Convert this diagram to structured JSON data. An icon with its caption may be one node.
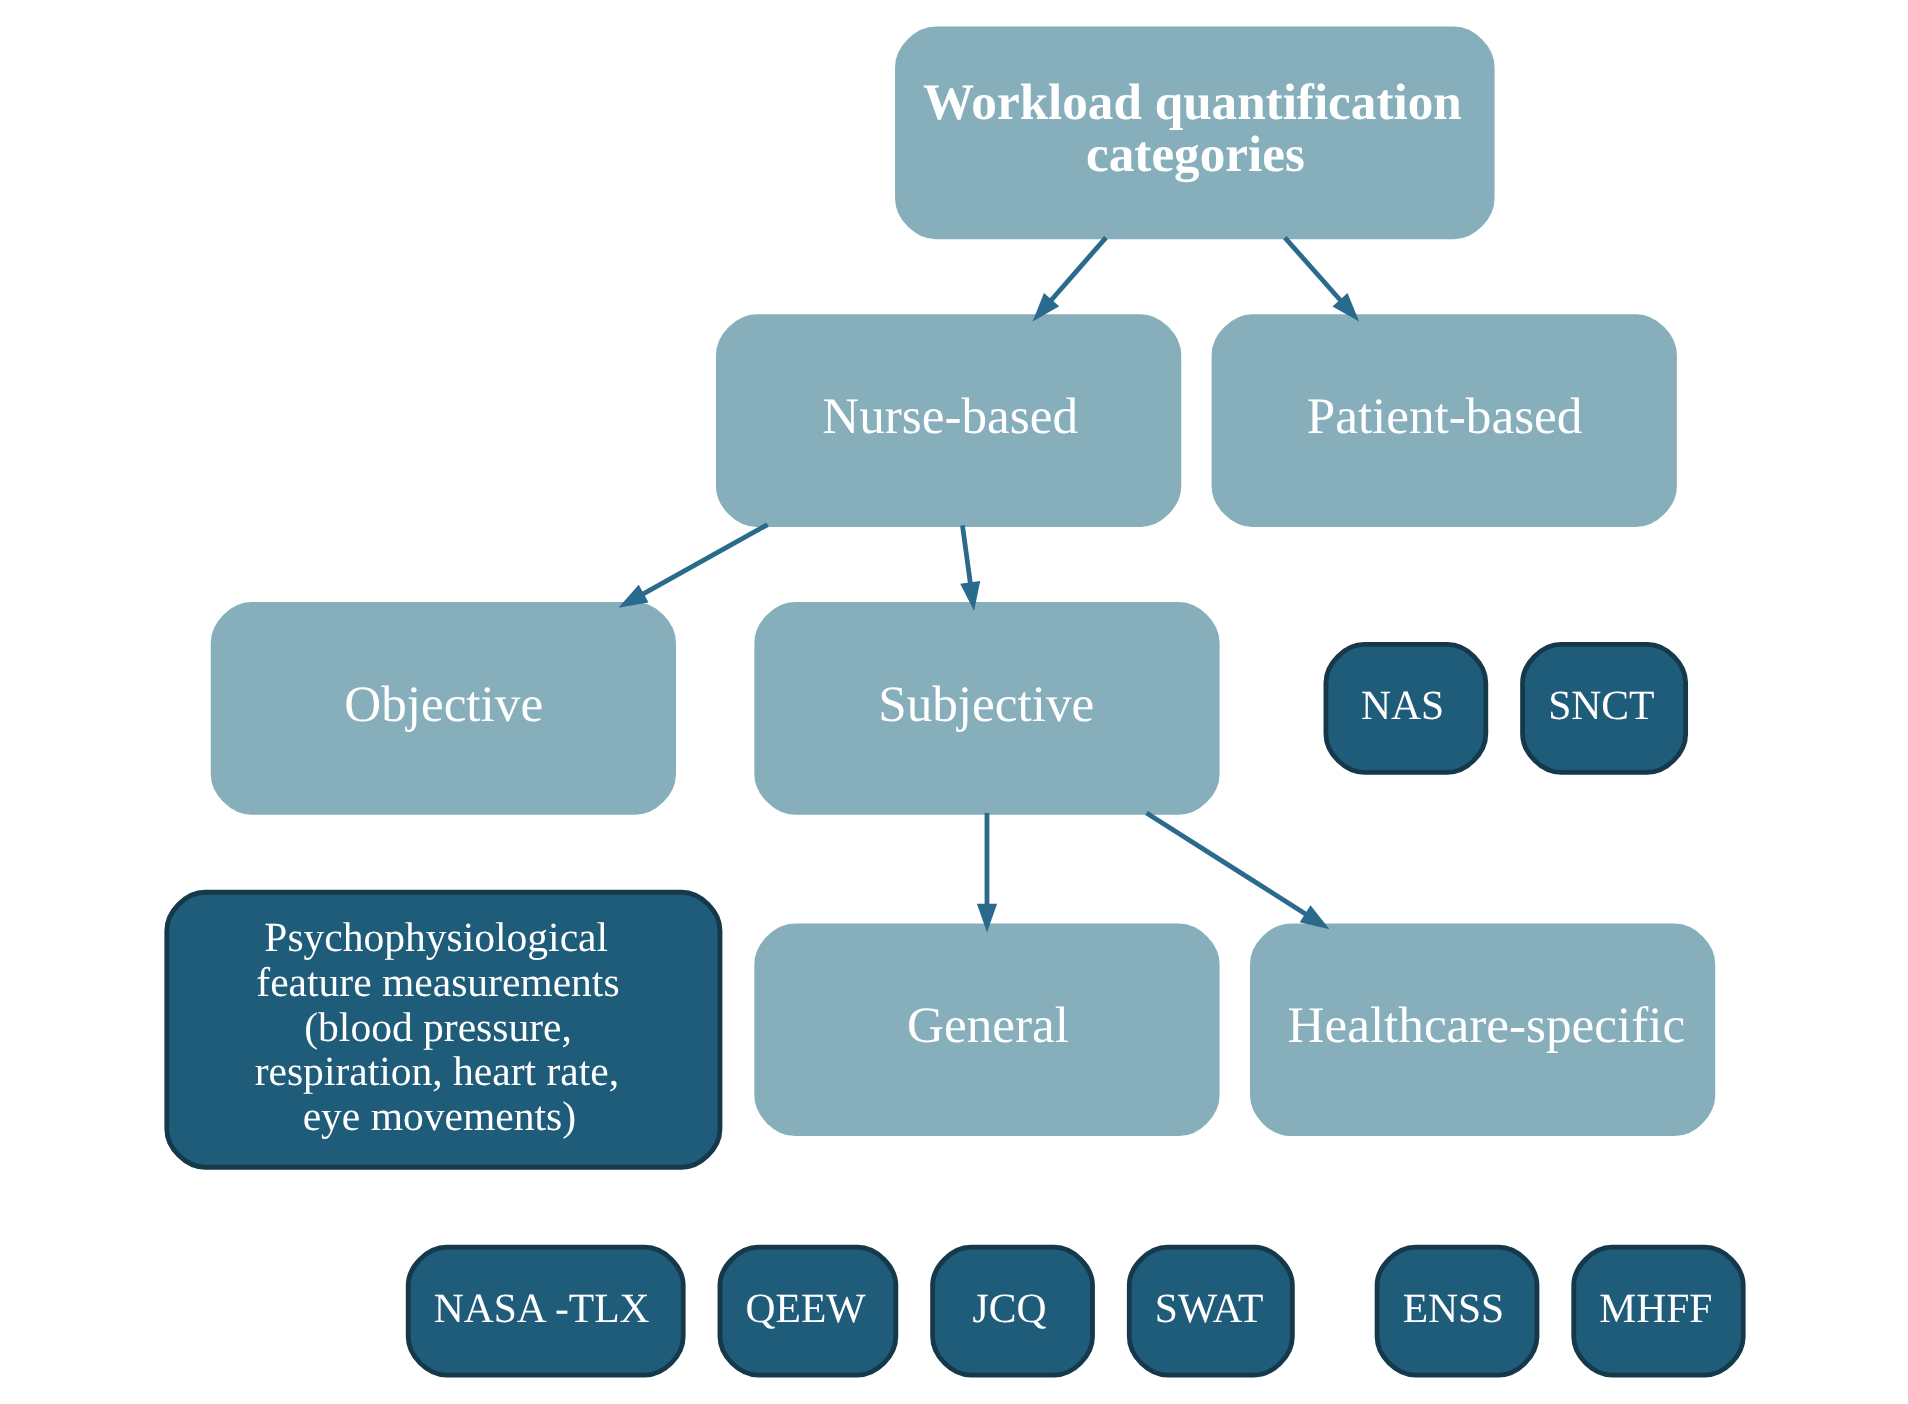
{
  "diagram": {
    "nodes": [
      {
        "text": [
          "Workload quantification categories"
        ]
      },
      {
        "text": [
          "Nurse-based"
        ]
      },
      {
        "text": [
          "Patient-based"
        ]
      },
      {
        "text": [
          "NAS"
        ]
      },
      {
        "text": [
          "SNCT"
        ]
      },
      {
        "text": [
          "Objective"
        ]
      },
      {
        "text": [
          "Subjective"
        ]
      },
      {
        "text": [
          "Psychophysiological feature measurements (blood pressure, respiration, heart rate, eye movements)"
        ]
      },
      {
        "text": [
          "General"
        ]
      },
      {
        "text": [
          "Healthcare-specific"
        ]
      },
      {
        "text": [
          "NASA -TLX"
        ]
      },
      {
        "text": [
          "QEEW"
        ]
      },
      {
        "text": [
          "JCQ"
        ]
      },
      {
        "text": [
          "SWAT"
        ]
      },
      {
        "text": [
          "ENSS"
        ]
      },
      {
        "text": [
          "MHFF"
        ]
      }
    ],
    "edges": [
      {
        "from": 0,
        "to": 1,
        "arrow": "to"
      },
      {
        "from": 0,
        "to": 2,
        "arrow": "to"
      },
      {
        "from": 1,
        "to": 5,
        "arrow": "to"
      },
      {
        "from": 1,
        "to": 6,
        "arrow": "to"
      },
      {
        "from": 6,
        "to": 8,
        "arrow": "to"
      },
      {
        "from": 6,
        "to": 9,
        "arrow": "to"
      }
    ]
  }
}
